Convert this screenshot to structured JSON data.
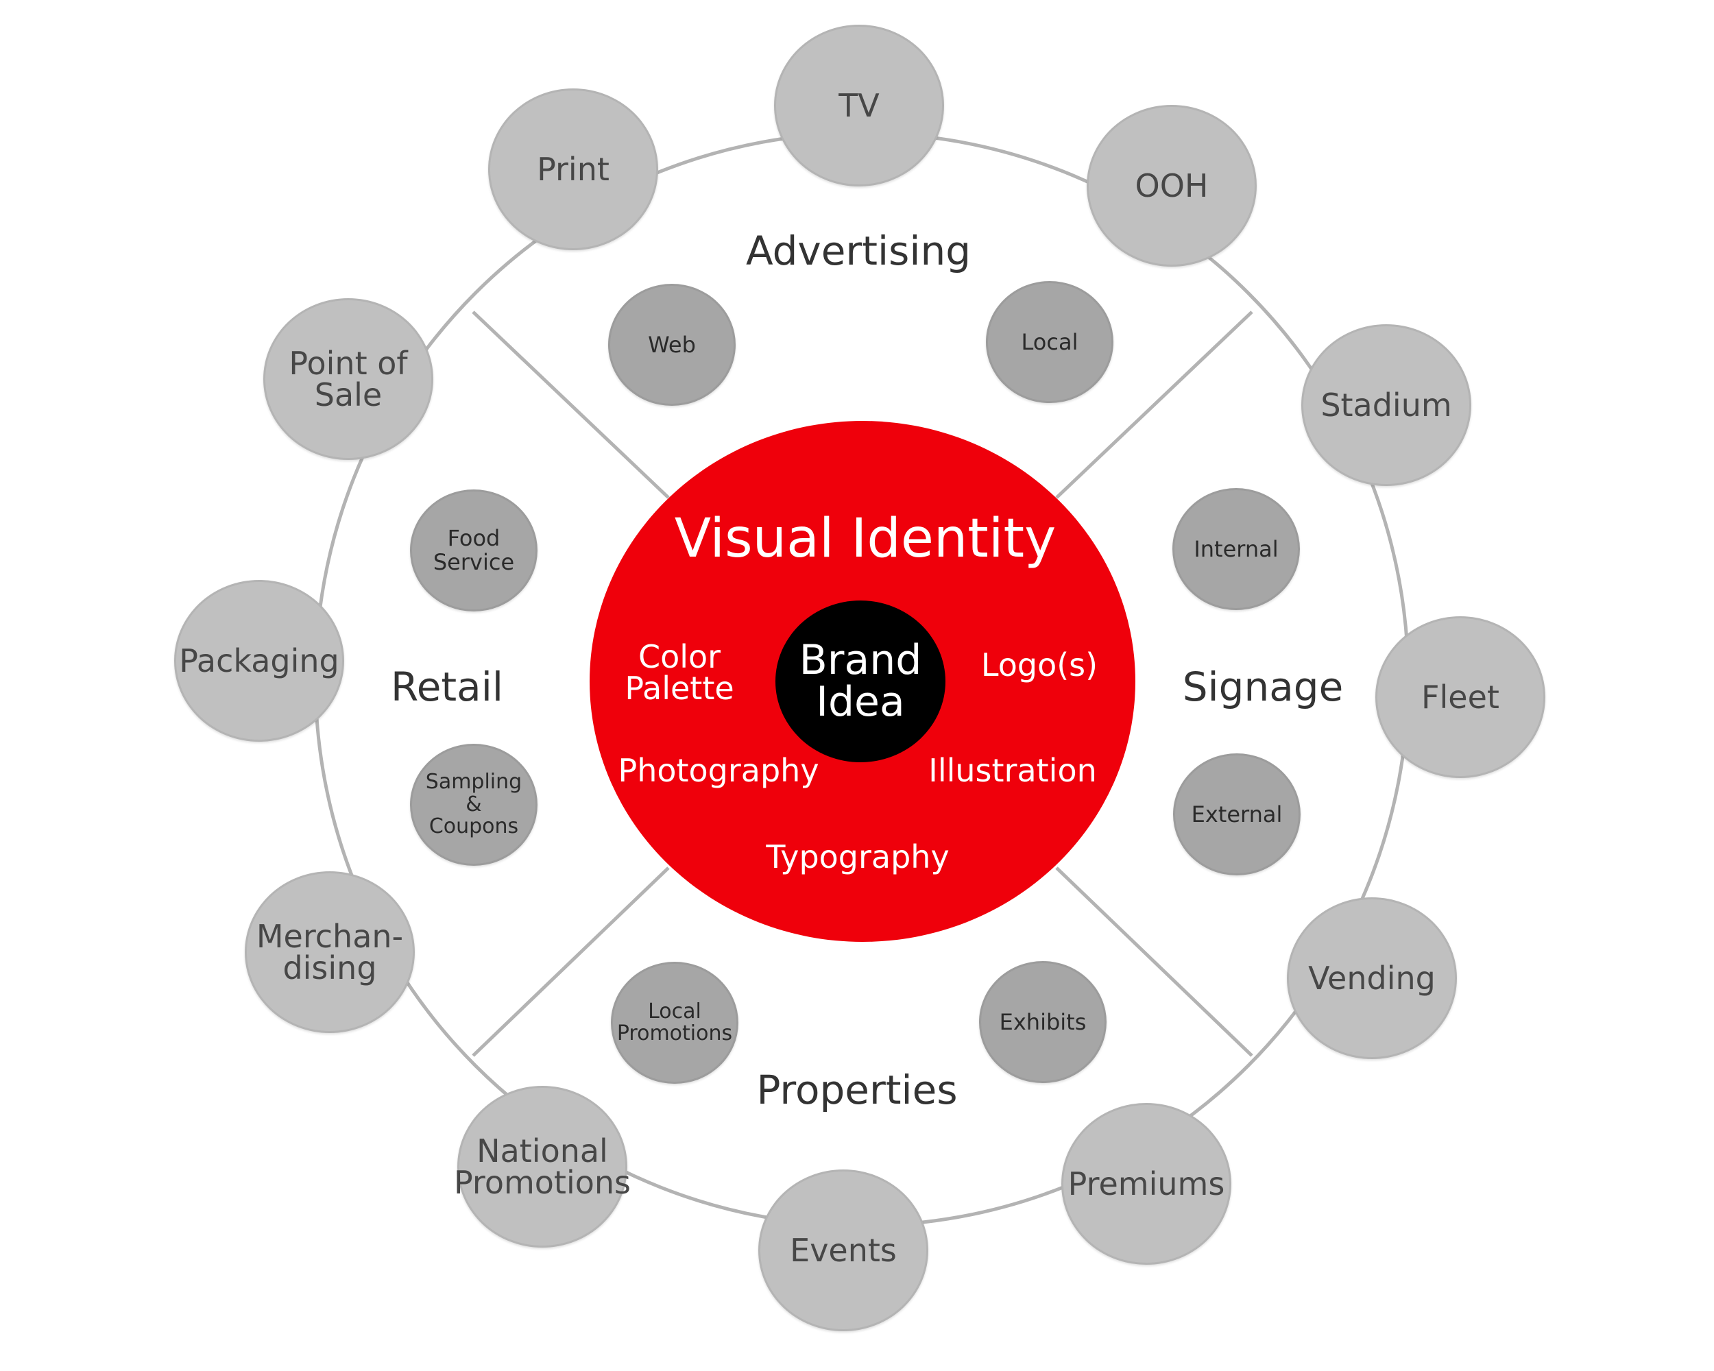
{
  "core": {
    "title": "Visual Identity",
    "center": "Brand\nIdea",
    "elements": [
      "Color\nPalette",
      "Logo(s)",
      "Photography",
      "Illustration",
      "Typography"
    ]
  },
  "segments": [
    "Advertising",
    "Retail",
    "Signage",
    "Properties"
  ],
  "channels": {
    "advertising": [
      "Web",
      "Local"
    ],
    "retail": [
      "Food\nService",
      "Sampling\n&\nCoupons"
    ],
    "signage": [
      "Internal",
      "External"
    ],
    "properties": [
      "Local\nPromotions",
      "Exhibits"
    ]
  },
  "media": [
    "TV",
    "OOH",
    "Stadium",
    "Fleet",
    "Vending",
    "Premiums",
    "Events",
    "National\nPromotions",
    "Merchan-\ndising",
    "Packaging",
    "Point of\nSale",
    "Print"
  ],
  "colors": {
    "core_fill": "#ef000b",
    "brand_fill": "#000000",
    "outer_node_fill": "#c0c0c0",
    "inner_node_fill": "#a6a6a6",
    "ring_stroke": "#b3b3b3"
  }
}
